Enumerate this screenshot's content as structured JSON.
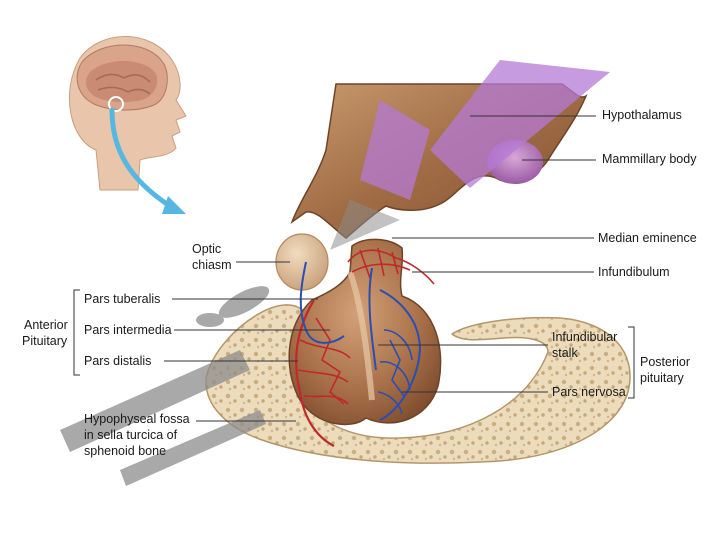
{
  "labels": {
    "hypothalamus": "Hypothalamus",
    "mammillary_body": "Mammillary body",
    "median_eminence": "Median eminence",
    "infundibulum": "Infundibulum",
    "optic_chiasm_1": "Optic",
    "optic_chiasm_2": "chiasm",
    "pars_tuberalis": "Pars tuberalis",
    "pars_intermedia": "Pars intermedia",
    "pars_distalis": "Pars distalis",
    "anterior_pituitary_1": "Anterior",
    "anterior_pituitary_2": "Pituitary",
    "infundibular_stalk_1": "Infundibular",
    "infundibular_stalk_2": "stalk",
    "posterior_pituitary_1": "Posterior",
    "posterior_pituitary_2": "pituitary",
    "pars_nervosa": "Pars nervosa",
    "fossa_1": "Hypophyseal fossa",
    "fossa_2": "in sella turcica of",
    "fossa_3": "sphenoid bone"
  },
  "watermark": {
    "color_purple": "#b57ad6",
    "color_gray": "#8c8c8c"
  },
  "colors": {
    "tissue": "#a8764f",
    "tissue_light": "#d9b089",
    "bone": "#e8d6b4",
    "artery": "#c0282a",
    "vein": "#2a4fb0",
    "arrow": "#56b8e0"
  }
}
